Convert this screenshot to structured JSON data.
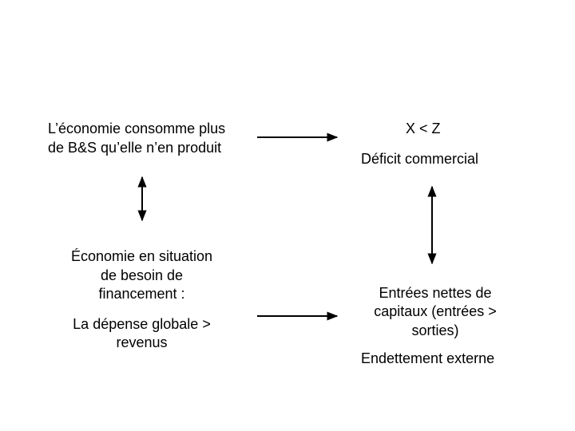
{
  "diagram": {
    "top_left": {
      "line1": "L’économie consomme plus",
      "line2": "de B&S qu’elle n’en produit"
    },
    "top_right": {
      "relation": "X < Z",
      "label": "Déficit commercial"
    },
    "bottom_left": {
      "line1": "Économie en situation",
      "line2": "de besoin de",
      "line3": "financement :",
      "line4": "La dépense globale >",
      "line5": "revenus"
    },
    "bottom_right": {
      "line1": "Entrées nettes de",
      "line2": "capitaux (entrées >",
      "line3": "sorties)",
      "line4": "Endettement externe"
    },
    "colors": {
      "text": "#000000",
      "arrow": "#000000",
      "background": "#ffffff"
    }
  }
}
